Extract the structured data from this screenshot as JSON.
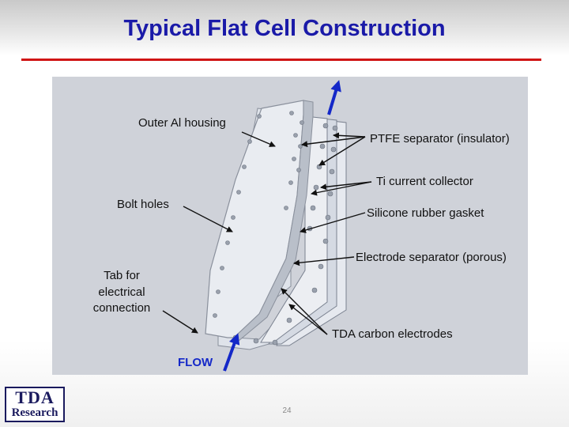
{
  "slide": {
    "title": "Typical Flat Cell Construction",
    "page_number": "24",
    "colors": {
      "title": "#1a1aa8",
      "rule": "#d01515",
      "flow_arrow": "#1428c8",
      "panel": "#cfd2d9"
    }
  },
  "diagram": {
    "labels": {
      "outer_housing": "Outer Al housing",
      "ptfe_separator": "PTFE separator (insulator)",
      "ti_collector": "Ti current collector",
      "gasket": "Silicone rubber gasket",
      "electrode_separator": "Electrode separator (porous)",
      "bolt_holes": "Bolt holes",
      "tab_line1": "Tab for",
      "tab_line2": "electrical",
      "tab_line3": "connection",
      "carbon_electrodes": "TDA carbon electrodes",
      "flow": "FLOW"
    }
  },
  "logo": {
    "top": "TDA",
    "bottom": "Research"
  }
}
